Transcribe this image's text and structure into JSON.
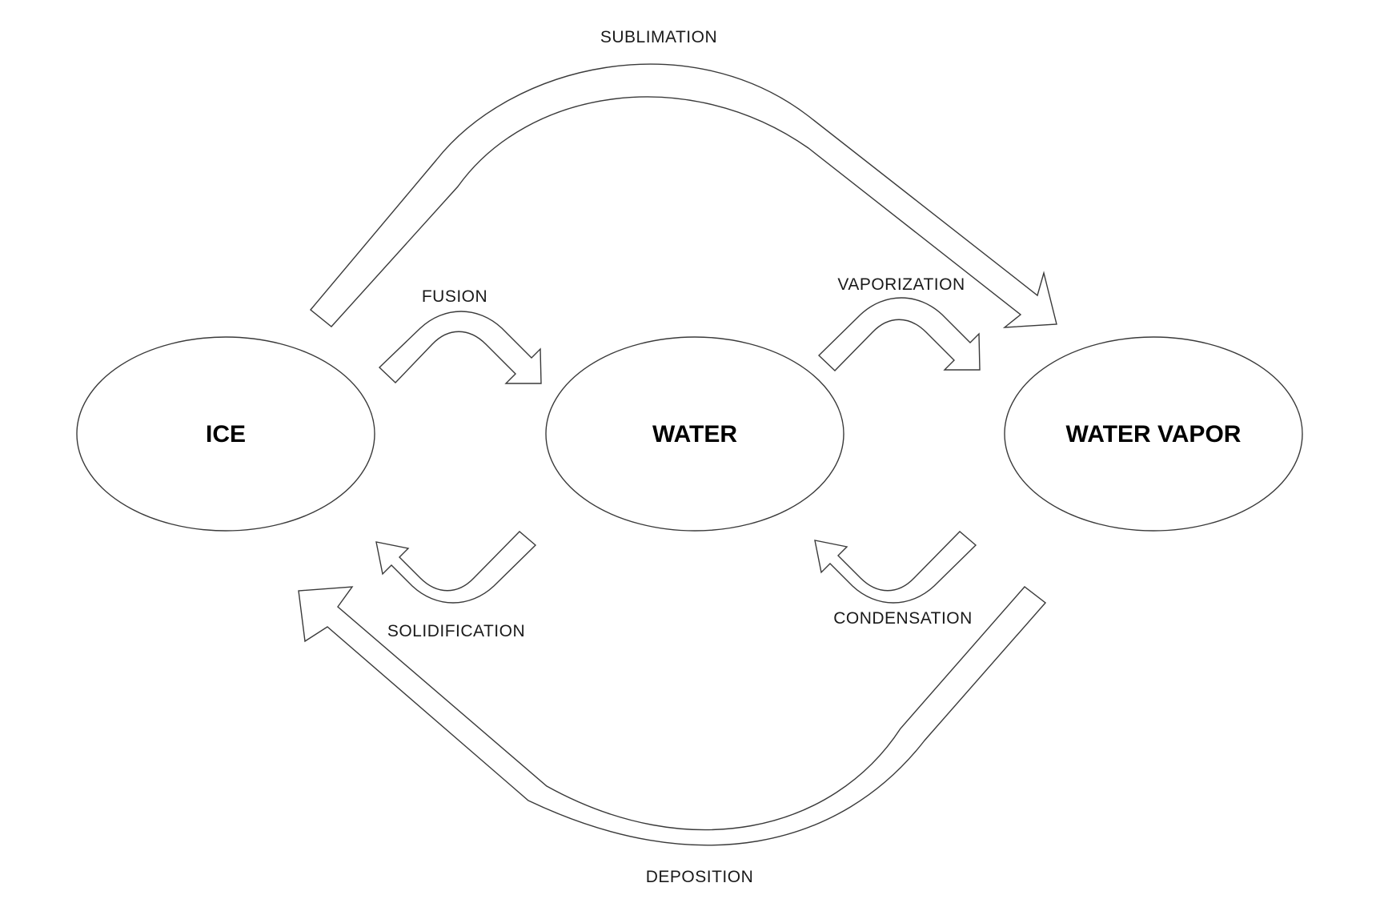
{
  "states": {
    "ice": "ICE",
    "water": "WATER",
    "vapor": "WATER VAPOR"
  },
  "processes": {
    "sublimation": "SUBLIMATION",
    "fusion": "FUSION",
    "vaporization": "VAPORIZATION",
    "solidification": "SOLIDIFICATION",
    "condensation": "CONDENSATION",
    "deposition": "DEPOSITION"
  },
  "colors": {
    "stroke": "#3a3a3a",
    "fill": "#ffffff",
    "text": "#000000"
  }
}
